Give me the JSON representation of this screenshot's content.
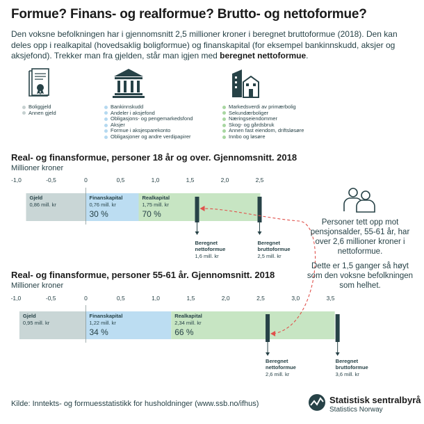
{
  "header": {
    "title": "Formue? Finans- og realformue? Brutto- og nettoformue?",
    "intro": "Den voksne befolkningen har i gjennomsnitt 2,5 millioner kroner i beregnet bruttoformue (2018). Den kan deles opp i realkapital (hovedsaklig boligformue) og finanskapital (for eksempel bankinnskudd, aksjer og aksjefond). Trekker man fra gjelden, står man igjen med",
    "intro_bold": "beregnet nettoformue",
    "intro_end": "."
  },
  "colors": {
    "gjeld": "#c9d6d6",
    "finans": "#bcddf2",
    "real": "#c7e5c3",
    "marker": "#274247",
    "dashed": "#e0514b",
    "gjeld_dot": "#c5d0d0",
    "finans_dot": "#b5d9f0",
    "real_dot": "#a8d6a1"
  },
  "legend_groups": [
    {
      "icon": "document-icon",
      "color_key": "gjeld_dot",
      "items": [
        "Boliggjeld",
        "Annen gjeld"
      ]
    },
    {
      "icon": "bank-icon",
      "color_key": "finans_dot",
      "items": [
        "Bankinnskudd",
        "Andeler i aksjefond",
        "Obligasjons- og pengemarkedsfond",
        "Aksjer",
        "Formue i aksjesparekonto",
        "Obligasjoner og andre verdipapirer"
      ]
    },
    {
      "icon": "buildings-icon",
      "color_key": "real_dot",
      "items": [
        "Markedsverdi av primærbolig",
        "Sekundærboliger",
        "Næringseiendommer",
        "Skog- og gårdsbruk",
        "Annen fast eiendom, driftsløsøre",
        "Innbo og løsøre"
      ]
    }
  ],
  "chart_data": [
    {
      "type": "bar",
      "title": "Real- og finansformue, personer 18 år og over. Gjennomsnitt. 2018",
      "ylabel": "Millioner kroner",
      "xlim": [
        -1.0,
        2.5
      ],
      "ticks": [
        -1.0,
        -0.5,
        0,
        0.5,
        1.0,
        1.5,
        2.0,
        2.5
      ],
      "tick_labels": [
        "-1,0",
        "-0,5",
        "0",
        "0,5",
        "1,0",
        "1,5",
        "2,0",
        "2,5"
      ],
      "segments": [
        {
          "name": "Gjeld",
          "value": -0.86,
          "value_label": "0,86 mill. kr",
          "share_label": "",
          "color_key": "gjeld"
        },
        {
          "name": "Finanskapital",
          "value": 0.76,
          "value_label": "0,76 mill. kr",
          "share_label": "30 %",
          "color_key": "finans"
        },
        {
          "name": "Realkapital",
          "value": 1.75,
          "value_label": "1,75 mill. kr",
          "share_label": "70 %",
          "color_key": "real"
        }
      ],
      "markers": [
        {
          "value": 1.6,
          "line1": "Beregnet",
          "line2": "nettoformue",
          "label": "1,6 mill. kr"
        },
        {
          "value": 2.5,
          "line1": "Beregnet",
          "line2": "bruttoformue",
          "label": "2,5 mill. kr"
        }
      ]
    },
    {
      "type": "bar",
      "title": "Real- og finansformue, personer 55-61 år. Gjennomsnitt. 2018",
      "ylabel": "Millioner kroner",
      "xlim": [
        -1.0,
        3.5
      ],
      "ticks": [
        -1.0,
        -0.5,
        0,
        0.5,
        1.0,
        1.5,
        2.0,
        2.5,
        3.0,
        3.5
      ],
      "tick_labels": [
        "-1,0",
        "-0,5",
        "0",
        "0,5",
        "1,0",
        "1,5",
        "2,0",
        "2,5",
        "3,0",
        "3,5"
      ],
      "segments": [
        {
          "name": "Gjeld",
          "value": -0.95,
          "value_label": "0,95 mill. kr",
          "share_label": "",
          "color_key": "gjeld"
        },
        {
          "name": "Finanskapital",
          "value": 1.22,
          "value_label": "1,22 mill. kr",
          "share_label": "34 %",
          "color_key": "finans"
        },
        {
          "name": "Realkapital",
          "value": 2.34,
          "value_label": "2,34 mill. kr",
          "share_label": "66 %",
          "color_key": "real"
        }
      ],
      "markers": [
        {
          "value": 2.6,
          "line1": "Beregnet",
          "line2": "nettoformue",
          "label": "2,6 mill. kr"
        },
        {
          "value": 3.6,
          "line1": "Beregnet",
          "line2": "bruttoformue",
          "label": "3,6 mill. kr"
        }
      ]
    }
  ],
  "note": {
    "icon": "people-icon",
    "para1": "Personer tett opp mot pensjonsalder, 55-61 år, har over 2,6 millioner kroner i nettoformue.",
    "para2": "Dette er 1,5 ganger så høyt som den voksne befolkningen som helhet."
  },
  "footer": {
    "source": "Kilde: Inntekts- og formuesstatistikk for husholdninger (www.ssb.no/ifhus)",
    "logo_name": "Statistisk sentralbyrå",
    "logo_sub": "Statistics Norway"
  }
}
